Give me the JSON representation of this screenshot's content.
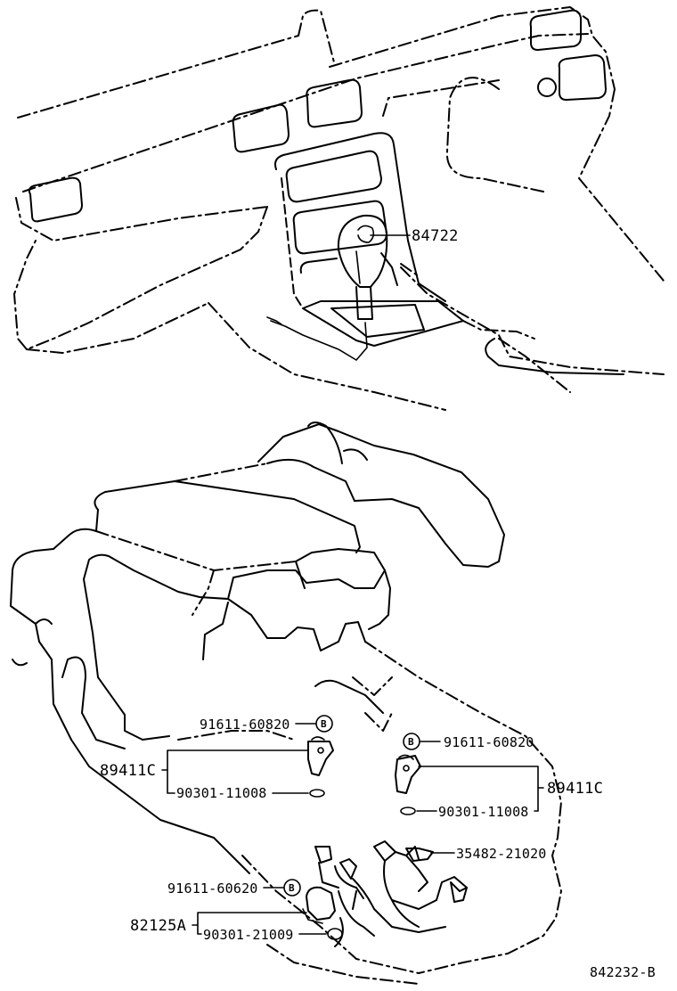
{
  "diagram_id": "842232-B",
  "parts": {
    "shift_switch": "84722",
    "bolt_left": "91611-60820",
    "sensor_left": "89411C",
    "oring_left": "90301-11008",
    "bolt_right": "91611-60820",
    "sensor_right": "89411C",
    "oring_right": "90301-11008",
    "sensor_3": "35482-21020",
    "bolt_lower": "91611-60620",
    "sensor_lower": "82125A",
    "oring_lower": "90301-21009"
  },
  "badges": {
    "b1": "B",
    "b2": "B",
    "b3": "B"
  }
}
